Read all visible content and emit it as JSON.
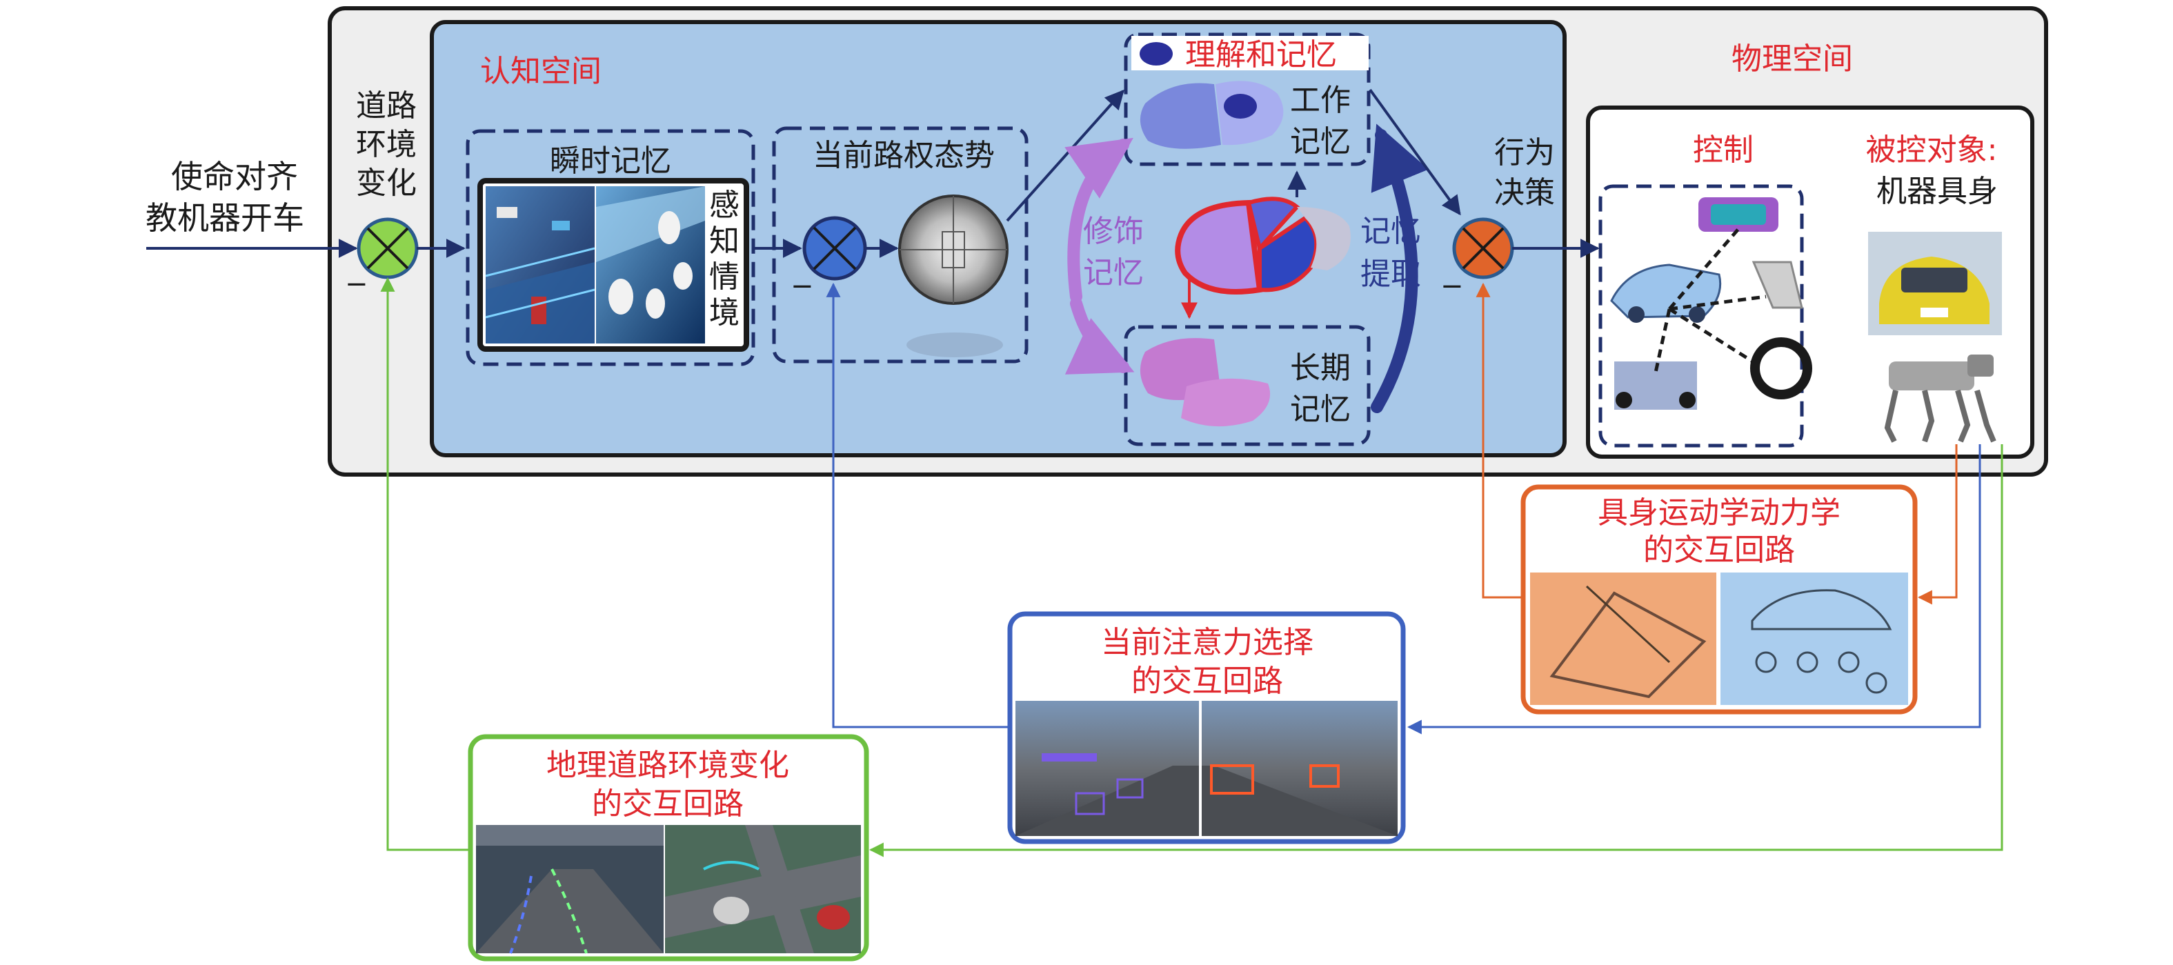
{
  "input": {
    "line1": "使命对齐",
    "line2": "教机器开车"
  },
  "road_change": {
    "line1": "道路",
    "line2": "环境",
    "line3": "变化"
  },
  "cognitive_space": {
    "title": "认知空间"
  },
  "physical_space": {
    "title": "物理空间"
  },
  "instant_memory": {
    "title": "瞬时记忆",
    "side_text": [
      "感",
      "知",
      "情",
      "境"
    ]
  },
  "right_of_way": {
    "title": "当前路权态势"
  },
  "understanding_memory": {
    "title": "理解和记忆"
  },
  "working_memory": {
    "line1": "工作",
    "line2": "记忆"
  },
  "long_term_memory": {
    "line1": "长期",
    "line2": "记忆"
  },
  "embellish_memory": {
    "line1": "修饰",
    "line2": "记忆"
  },
  "memory_retrieval": {
    "line1": "记忆",
    "line2": "提取"
  },
  "behavior_decision": {
    "line1": "行为",
    "line2": "决策"
  },
  "control": {
    "title": "控制"
  },
  "controlled_object": {
    "line1": "被控对象:",
    "line2": "机器具身"
  },
  "minus_sign": "−",
  "kinematics_loop": {
    "line1": "具身运动学动力学",
    "line2": "的交互回路"
  },
  "attention_loop": {
    "line1": "当前注意力选择",
    "line2": "的交互回路"
  },
  "geo_loop": {
    "line1": "地理道路环境变化",
    "line2": "的交互回路"
  },
  "colors": {
    "cognitive_bg": "#a8c8e8",
    "outer_bg": "#eeeeee",
    "red_text": "#e0282e",
    "navy": "#1f2f6b",
    "green": "#6cbf40",
    "blue_line": "#3e62c0",
    "orange": "#e0642a",
    "purple": "#9a6cc8"
  }
}
